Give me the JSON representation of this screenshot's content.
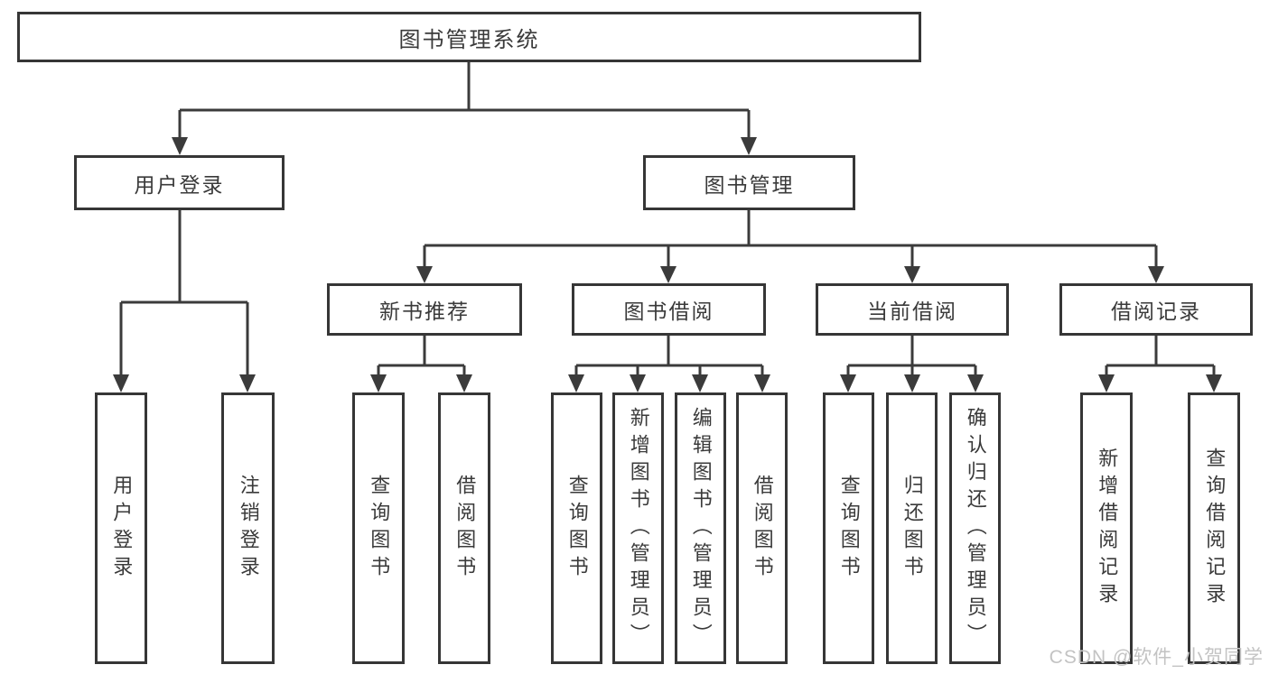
{
  "diagram": {
    "root": {
      "label": "图书管理系统"
    },
    "branches": [
      {
        "label": "用户登录",
        "children": [
          {
            "label": "用户登录"
          },
          {
            "label": "注销登录"
          }
        ]
      },
      {
        "label": "图书管理",
        "children": [
          {
            "label": "新书推荐",
            "children": [
              {
                "label": "查询图书"
              },
              {
                "label": "借阅图书"
              }
            ]
          },
          {
            "label": "图书借阅",
            "children": [
              {
                "label": "查询图书"
              },
              {
                "label": "新增图书（管理员）"
              },
              {
                "label": "编辑图书（管理员）"
              },
              {
                "label": "借阅图书"
              }
            ]
          },
          {
            "label": "当前借阅",
            "children": [
              {
                "label": "查询图书"
              },
              {
                "label": "归还图书"
              },
              {
                "label": "确认归还（管理员）"
              }
            ]
          },
          {
            "label": "借阅记录",
            "children": [
              {
                "label": "新增借阅记录"
              },
              {
                "label": "查询借阅记录"
              }
            ]
          }
        ]
      }
    ]
  },
  "watermark": {
    "text": "CSDN @软件_小贺同学"
  },
  "colors": {
    "line": "#3b3b3b",
    "border": "#363636",
    "text": "#3a3a3a",
    "watermark": "#c3c3c3",
    "background": "#ffffff"
  }
}
